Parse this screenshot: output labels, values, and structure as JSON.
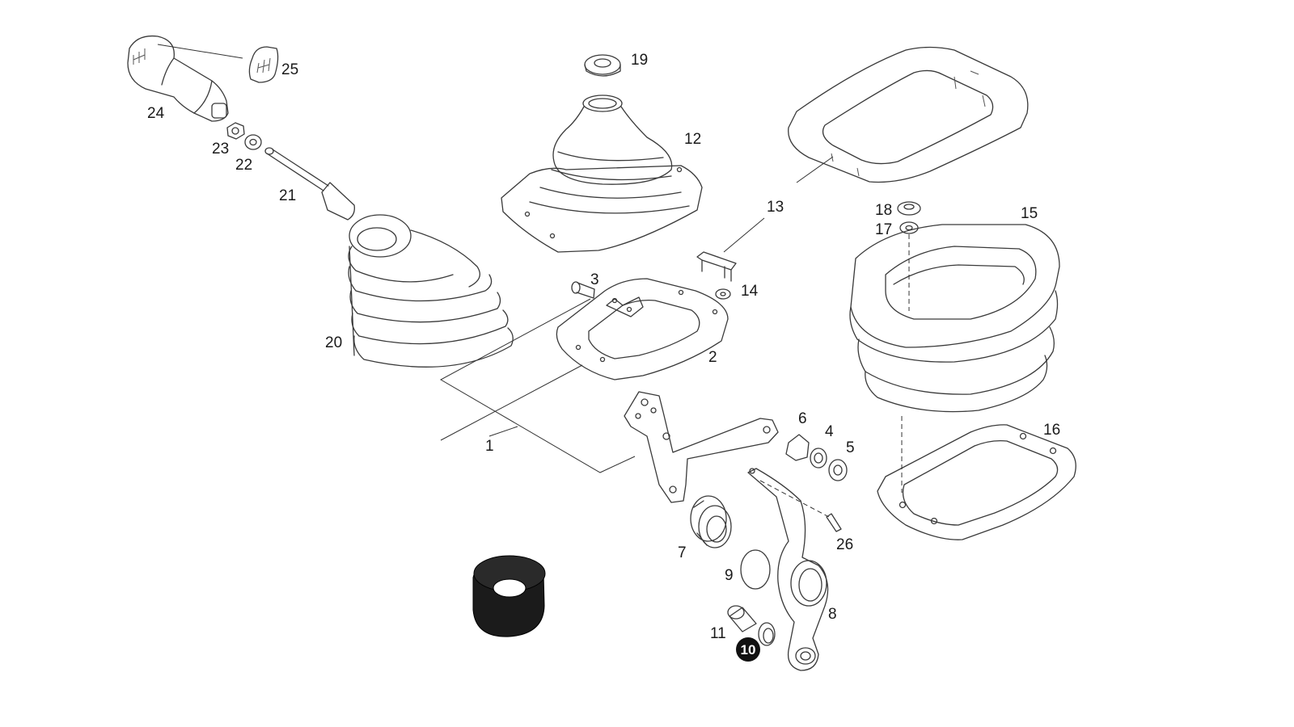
{
  "diagram": {
    "highlight_fill": "#111111",
    "line_color": "#3a3a3a",
    "callouts": [
      "1",
      "2",
      "3",
      "4",
      "5",
      "6",
      "7",
      "8",
      "9",
      "10",
      "11",
      "12",
      "13",
      "14",
      "15",
      "16",
      "17",
      "18",
      "19",
      "20",
      "21",
      "22",
      "23",
      "24",
      "25",
      "26"
    ],
    "highlighted_callout": "10",
    "shift_pattern_icon": "gear-shift-pattern-icon"
  }
}
